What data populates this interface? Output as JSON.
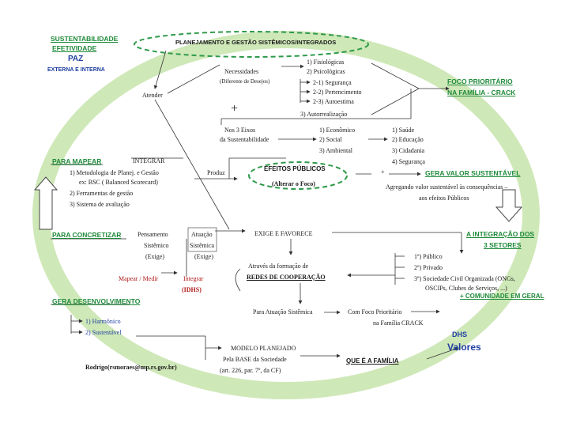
{
  "colors": {
    "ring": "#cfe8b8",
    "green": "#1f8a3a",
    "blue": "#1f3fa0",
    "red": "#b01818",
    "dash": "#2e9a4a"
  },
  "top_left": {
    "line1": "SUSTENTABILIDADE",
    "line2": "EFETIVIDADE",
    "line3": "PAZ",
    "line4": "EXTERNA E INTERNA"
  },
  "top_title": "PLANEJAMENTO E  GESTÃO SISTÊMICOS/INTEGRADOS",
  "atender": "Atender",
  "necessidades": {
    "title": "Necessidades",
    "sub": "(Diferente de Desejos)",
    "items": [
      "1) Fisiológicas",
      "2) Psicológicas",
      "2-1) Segurança",
      "2-2) Pertencimento",
      "2-3) Autoestima",
      "3) Autorrealização"
    ]
  },
  "plus_sign": "+",
  "foco": {
    "line1": "FOCO PRIORITÁRIO",
    "line2": "NA FAMÍLIA - CRACK"
  },
  "eixos": {
    "title1": "Nos 3 Eixos",
    "title2": "da Sustentabilidade",
    "items": [
      "1) Econômico",
      "2) Social",
      "3) Ambiental"
    ]
  },
  "setores_sociais": [
    "1) Saúde",
    "2) Educação",
    "3) Cidadania",
    "4) Segurança"
  ],
  "mapear": {
    "heading": "PARA MAPEAR",
    "integrar": "INTEGRAR",
    "items": [
      "1) Metodologia de Planej. e Gestão",
      "ex: BSC ( Balanced Scorecard)",
      "2) Ferramentas de gestão",
      "3) Sistema de avaliação"
    ]
  },
  "produz": "Produz",
  "efeitos": {
    "title": "EFEITOS PÚBLICOS",
    "sub": "(Alterar o Foco)"
  },
  "plus_small": "+",
  "valor": {
    "heading": "GERA VALOR SUSTENTÁVEL",
    "line1": "Agregando valor sustentável às consequências –",
    "line2": "aos efeitos Públicos"
  },
  "concretizar": {
    "heading": "PARA CONCRETIZAR",
    "pens1": "Pensamento",
    "pens2": "Sistêmico",
    "pens3": "(Exige)",
    "atua1": "Atuação",
    "atua2": "Sistêmica",
    "atua3": "(Exige)",
    "mapear_medir": "Mapear / Medir",
    "integrar": "Integrar",
    "idhs": "(IDHS)"
  },
  "exige": "EXIGE E FAVORECE",
  "integracao": {
    "line1": "A INTEGRAÇÃO DOS",
    "line2": "3 SETORES",
    "items": [
      "1º) Público",
      "2º) Privado",
      "3º) Sociedade Civil Organizada (ONGs,",
      "OSCIPs, Clubes de Serviços, ...)"
    ],
    "comunidade": "+ COMUNIDADE EM GERAL"
  },
  "redes": {
    "line1": "Através da formação de",
    "line2": "REDES DE COOPERAÇÃO"
  },
  "desenvolvimento": {
    "heading": "GERA DESENVOLVIMENTO",
    "items": [
      "1) Harmônico",
      "2) Sustentável"
    ]
  },
  "atuacao": "Para Atuação Sistêmica",
  "foco_prio": {
    "line1": "Com Foco Prioritário",
    "line2": "na Família   CRACK"
  },
  "dhs": "DHS",
  "valores": "Valores",
  "modelo": {
    "line1": "MODELO PLANEJADO",
    "line2": "Pela BASE da Sociedade",
    "line3": "(art. 226, par. 7º, da CF)"
  },
  "que_familia": "QUE É A FAMÍLIA",
  "author": "Rodrigo(rsmoraes@mp.rs.gov.br)"
}
